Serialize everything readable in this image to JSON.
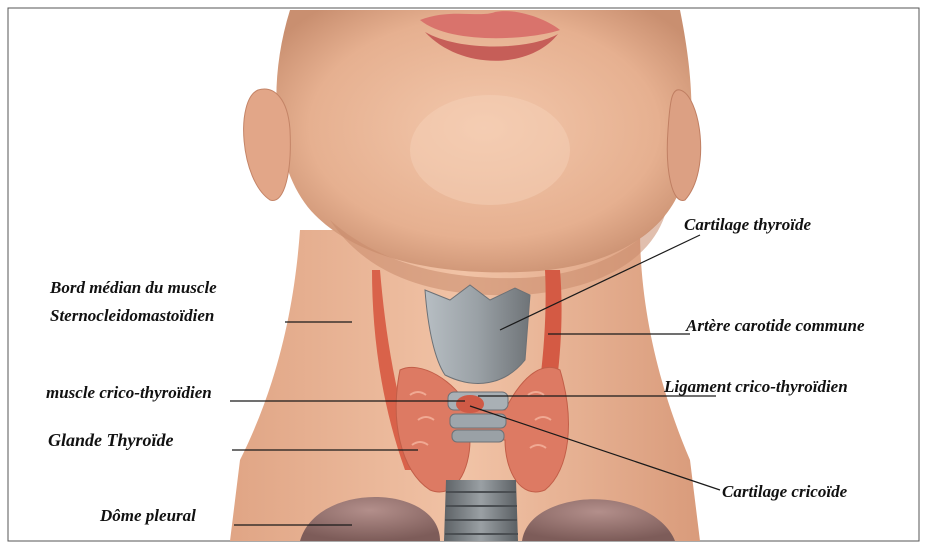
{
  "labels": {
    "bord_median_line1": "Bord médian du muscle",
    "bord_median_line2": "Sternocleidomastoïdien",
    "cartilage_thyroide": "Cartilage thyroïde",
    "artere_carotide": "Artère carotide commune",
    "muscle_crico": "muscle crico-thyroïdien",
    "ligament_crico": "Ligament crico-thyroïdien",
    "glande_thyroide": "Glande Thyroïde",
    "cartilage_cricoide": "Cartilage cricoïde",
    "dome_pleural": "Dôme pleural"
  },
  "colors": {
    "skin": "#e9b79a",
    "skin_shadow": "#c98b6c",
    "muscle": "#d9624a",
    "thyroid": "#dd7a63",
    "cartilage": "#9ea6ac",
    "pleura": "#9a7774",
    "lips": "#d9736c"
  }
}
